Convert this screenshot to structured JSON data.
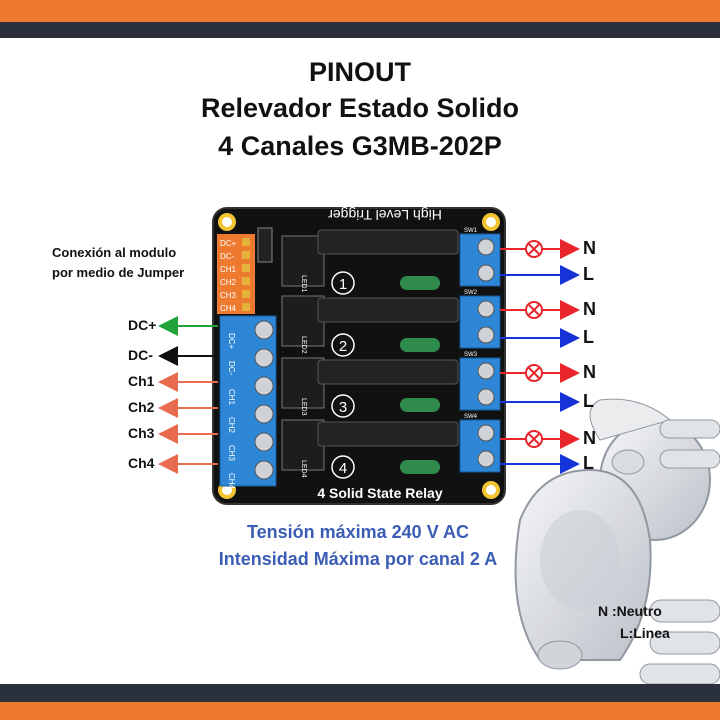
{
  "title": {
    "line1": "PINOUT",
    "line2": "Relevador Estado Solido",
    "line3": "4 Canales G3MB-202P"
  },
  "board": {
    "header_text": "High Level Trigger",
    "footer_text": "4 Solid State Relay",
    "header_pins": [
      "DC+",
      "DC-",
      "CH1",
      "CH2",
      "CH3",
      "CH4"
    ],
    "terminal_labels": [
      "DC+",
      "DC-",
      "CH1",
      "CH2",
      "CH3",
      "CH4"
    ],
    "channel_numbers": [
      "1",
      "2",
      "3",
      "4"
    ],
    "led_labels": [
      "LED1",
      "LED2",
      "LED3",
      "LED4"
    ],
    "switch_labels": [
      "SW1",
      "SW2",
      "SW3",
      "SW4"
    ]
  },
  "jumper_note": {
    "line1": "Conexión al modulo",
    "line2": "por medio de Jumper"
  },
  "input_pins": [
    "DC+",
    "DC-",
    "Ch1",
    "Ch2",
    "Ch3",
    "Ch4"
  ],
  "outputs": {
    "neutral": "N",
    "line": "L"
  },
  "specs": {
    "line1": "Tensión máxima 240 V AC",
    "line2": "Intensidad Máxima por canal 2 A"
  },
  "legend": {
    "neutral": "N :Neutro",
    "line": "L:Linea"
  },
  "colors": {
    "accent_orange": "#ee7a2f",
    "dark_band": "#2b313c",
    "spec_blue": "#3b5db4",
    "neutral_red": "#e8262c",
    "line_blue": "#1533d6",
    "dcplus_green": "#22a33a",
    "channel_arrow": "#e86a4f",
    "pcb_black": "#111111",
    "terminal_blue": "#2d86d6"
  }
}
